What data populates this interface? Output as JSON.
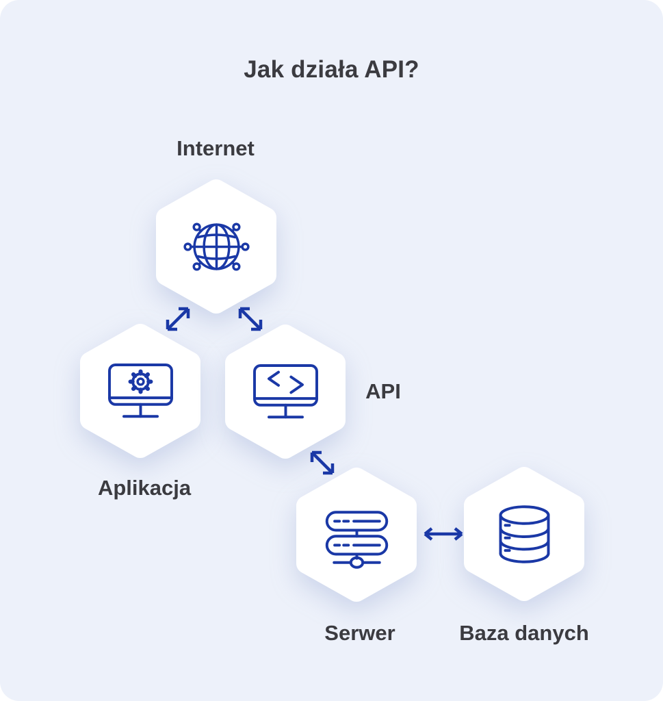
{
  "title": "Jak działa API?",
  "colors": {
    "background": "#edf1fa",
    "hexagon_fill": "#ffffff",
    "icon_blue": "#1a38a6",
    "text": "#3b3b40"
  },
  "nodes": [
    {
      "id": "internet",
      "label": "Internet",
      "icon": "globe-network-icon"
    },
    {
      "id": "aplikacja",
      "label": "Aplikacja",
      "icon": "monitor-gear-icon"
    },
    {
      "id": "api",
      "label": "API",
      "icon": "monitor-code-icon"
    },
    {
      "id": "serwer",
      "label": "Serwer",
      "icon": "server-icon"
    },
    {
      "id": "baza-danych",
      "label": "Baza danych",
      "icon": "database-icon"
    }
  ],
  "connections": [
    {
      "from": "internet",
      "to": "aplikacja",
      "type": "bidirectional"
    },
    {
      "from": "internet",
      "to": "api",
      "type": "bidirectional"
    },
    {
      "from": "api",
      "to": "serwer",
      "type": "bidirectional"
    },
    {
      "from": "serwer",
      "to": "baza-danych",
      "type": "bidirectional"
    }
  ]
}
